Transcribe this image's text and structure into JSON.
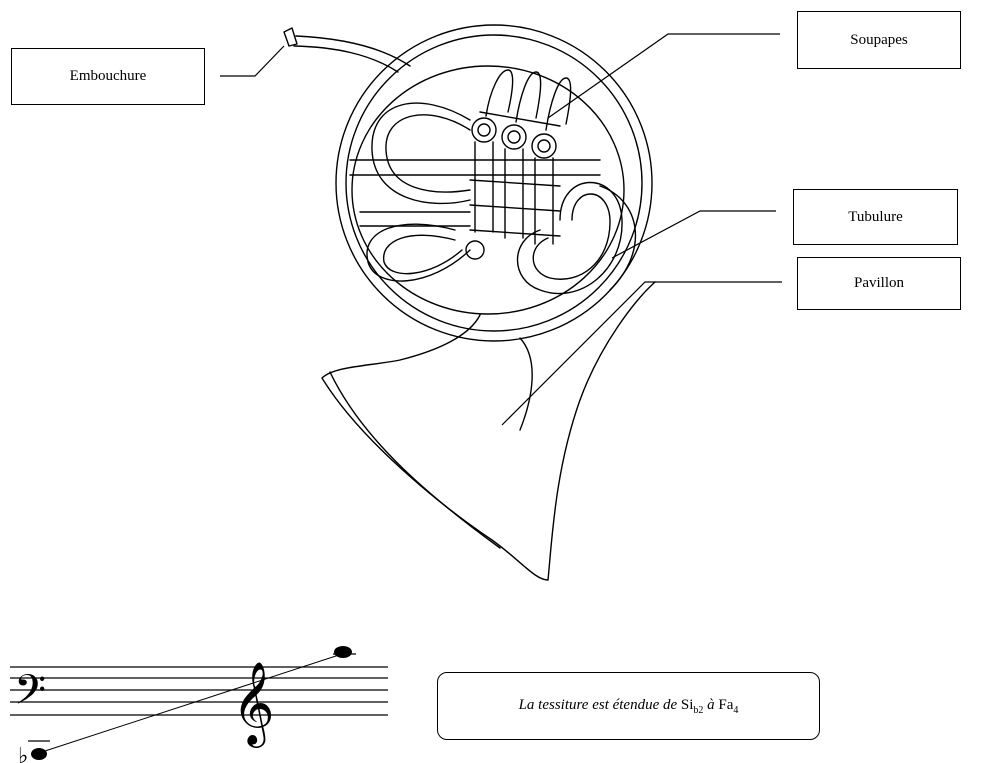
{
  "labels": {
    "embouchure": "Embouchure",
    "soupapes": "Soupapes",
    "tubulure": "Tubulure",
    "pavillon": "Pavillon"
  },
  "range": {
    "prefix": "La tessiture est étendue de ",
    "low_note": "Si",
    "low_sub": "b2",
    "connector": " à ",
    "high_note": "Fa",
    "high_sub": "4"
  },
  "staff": {
    "bass_clef": "𝄢",
    "treble_clef": "𝄞",
    "flat": "♭"
  }
}
